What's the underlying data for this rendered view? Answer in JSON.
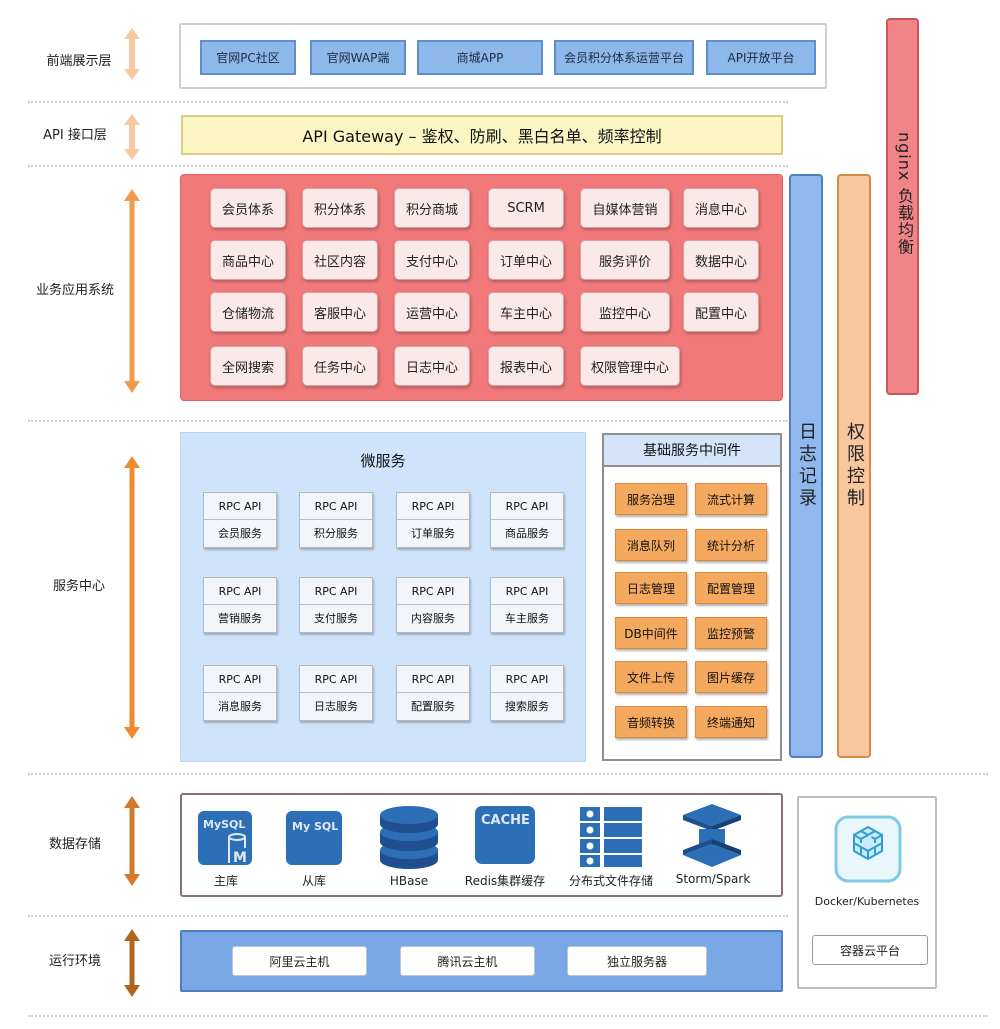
{
  "layers": {
    "frontend": "前端展示层",
    "api": "API 接口层",
    "business": "业务应用系统",
    "service": "服务中心",
    "storage": "数据存储",
    "runtime": "运行环境"
  },
  "frontend_items": [
    "官网PC社区",
    "官网WAP端",
    "商城APP",
    "会员积分体系运营平台",
    "API开放平台"
  ],
  "gateway_label": "API Gateway – 鉴权、防刷、黑白名单、频率控制",
  "business_items": [
    [
      "会员体系",
      "积分体系",
      "积分商城",
      "SCRM",
      "自媒体营销",
      "消息中心"
    ],
    [
      "商品中心",
      "社区内容",
      "支付中心",
      "订单中心",
      "服务评价",
      "数据中心"
    ],
    [
      "仓储物流",
      "客服中心",
      "运营中心",
      "车主中心",
      "监控中心",
      "配置中心"
    ],
    [
      "全网搜索",
      "任务中心",
      "日志中心",
      "报表中心",
      "权限管理中心"
    ]
  ],
  "microservice": {
    "title": "微服务",
    "rpc_label": "RPC API",
    "services": [
      [
        "会员服务",
        "积分服务",
        "订单服务",
        "商品服务"
      ],
      [
        "营销服务",
        "支付服务",
        "内容服务",
        "车主服务"
      ],
      [
        "消息服务",
        "日志服务",
        "配置服务",
        "搜索服务"
      ]
    ]
  },
  "middleware": {
    "title": "基础服务中间件",
    "items": [
      [
        "服务治理",
        "流式计算"
      ],
      [
        "消息队列",
        "统计分析"
      ],
      [
        "日志管理",
        "配置管理"
      ],
      [
        "DB中间件",
        "监控预警"
      ],
      [
        "文件上传",
        "图片缓存"
      ],
      [
        "音频转换",
        "终端通知"
      ]
    ]
  },
  "side_bars": {
    "nginx": "nginx 负载均衡",
    "log": "日志记录",
    "permission": "权限控制"
  },
  "storage_items": [
    {
      "label": "主库",
      "icon": "mysql-master-icon",
      "icon_text": "MySQL",
      "badge": "M"
    },
    {
      "label": "从库",
      "icon": "mysql-slave-icon",
      "icon_text": "My SQL"
    },
    {
      "label": "HBase",
      "icon": "hbase-icon"
    },
    {
      "label": "Redis集群缓存",
      "icon": "cache-icon",
      "icon_text": "CACHE"
    },
    {
      "label": "分布式文件存储",
      "icon": "distributed-file-icon"
    },
    {
      "label": "Storm/Spark",
      "icon": "storm-spark-icon"
    }
  ],
  "runtime_items": [
    "阿里云主机",
    "腾讯云主机",
    "独立服务器"
  ],
  "docker": {
    "label": "Docker/Kubernetes",
    "platform": "容器云平台",
    "icon": "kubernetes-cube-icon"
  },
  "colors": {
    "front_btn": "#8fb8ea",
    "gateway": "#fbf6c4",
    "business": "#f2797a",
    "microservice": "#cfe4fb",
    "middleware_btn": "#f5a95e",
    "log_bar": "#8eb8ee",
    "permission_bar": "#f8c7a0",
    "nginx_bar": "#f08488",
    "runtime": "#7aa7e6",
    "arrow_light": "#f6c9a2",
    "arrow_dark": "#f08a30",
    "arrow_brown": "#b0641e"
  }
}
